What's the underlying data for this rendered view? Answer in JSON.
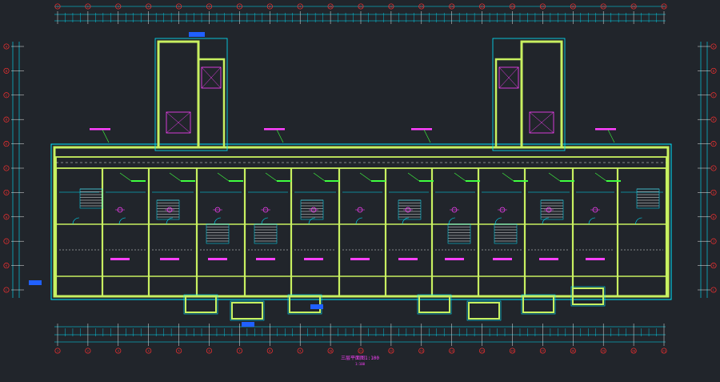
{
  "drawing": {
    "title": "三层平面图1:100",
    "scale_note": "1:100"
  },
  "grid_top": [
    "1",
    "2",
    "3",
    "4",
    "5",
    "6",
    "7",
    "8",
    "9",
    "10",
    "11",
    "12",
    "13",
    "14",
    "15",
    "16",
    "17",
    "18",
    "19",
    "20",
    "21"
  ],
  "grid_left": [
    "A",
    "B",
    "C",
    "D",
    "E",
    "F",
    "G",
    "H",
    "J",
    "K",
    "L"
  ],
  "colors": {
    "background": "#21252b",
    "wall": "#c8f060",
    "cyan": "#00e5ff",
    "white": "#e8e8e8",
    "magenta": "#ff40ff",
    "green": "#40ff40",
    "red": "#ff3030",
    "blue": "#2060ff",
    "yellow": "#f0f040"
  }
}
